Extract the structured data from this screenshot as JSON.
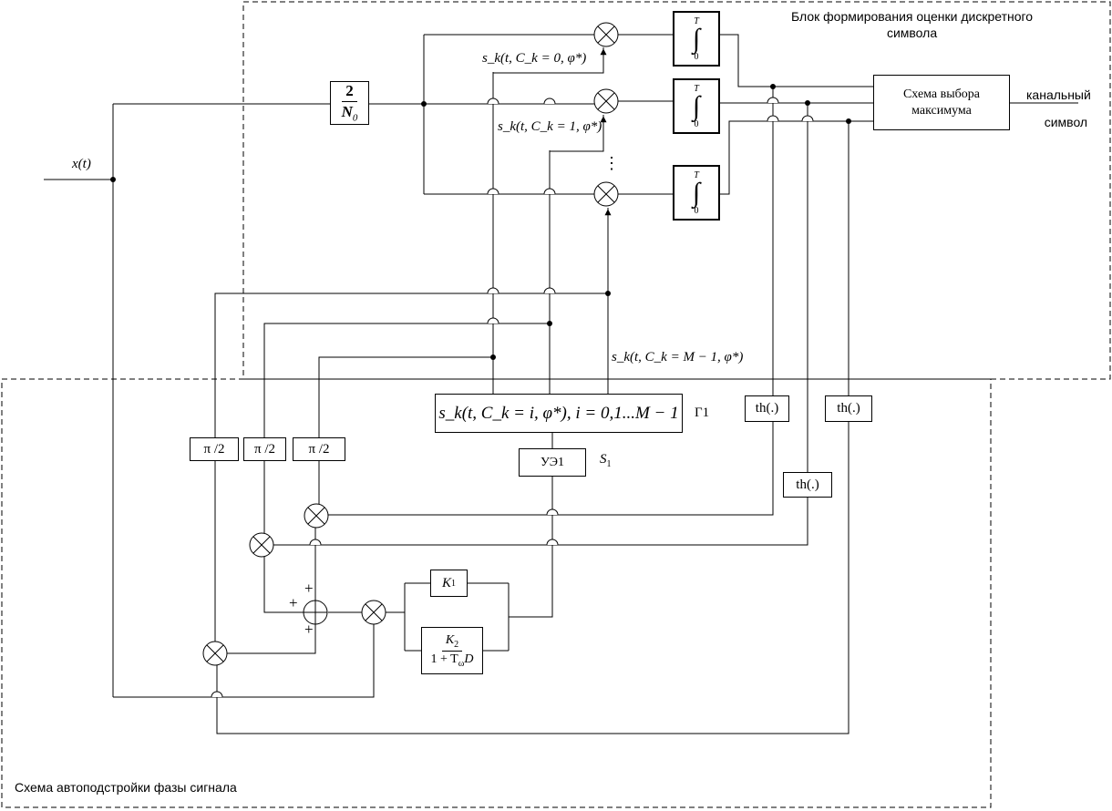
{
  "blocks": {
    "estimation_title_line1": "Блок формирования оценки дискретного",
    "estimation_title_line2": "символа",
    "pll_title": "Схема автоподстройки фазы сигнала"
  },
  "input": {
    "signal_label": "x(t)"
  },
  "gain": {
    "numerator": "2",
    "denominator": "N",
    "denominator_sub": "0"
  },
  "integrators": [
    {
      "upper": "T",
      "lower": "0",
      "symbol": "∫"
    },
    {
      "upper": "T",
      "lower": "0",
      "symbol": "∫"
    },
    {
      "upper": "T",
      "lower": "0",
      "symbol": "∫"
    }
  ],
  "selector": {
    "line1": "Схема выбора",
    "line2": "максимума"
  },
  "output": {
    "line1": "канальный",
    "line2": "символ"
  },
  "references": {
    "ref0": "s_k(t, C_k = 0, φ*)",
    "ref1": "s_k(t, C_k = 1, φ*)",
    "refM": "s_k(t, C_k = M − 1, φ*)",
    "dots": "⋮"
  },
  "generator": {
    "formula": "s_k(t, C_k = i, φ*), i = 0,1...M − 1",
    "label": "Г1"
  },
  "control": {
    "label": "УЭ1",
    "s_label": "S",
    "s_sub": "1"
  },
  "nonlinear": [
    "th(.)",
    "th(.)",
    "th(.)"
  ],
  "phase_shifters": [
    "π /2",
    "π /2",
    "π /2"
  ],
  "loop_filter": {
    "k1": "K",
    "k1_sub": "1",
    "k2_num": "K",
    "k2_num_sub": "2",
    "k2_den": "1 + T",
    "k2_den_sub": "ω",
    "k2_den_tail": "D"
  },
  "summer_signs": [
    "+",
    "+",
    "+"
  ]
}
